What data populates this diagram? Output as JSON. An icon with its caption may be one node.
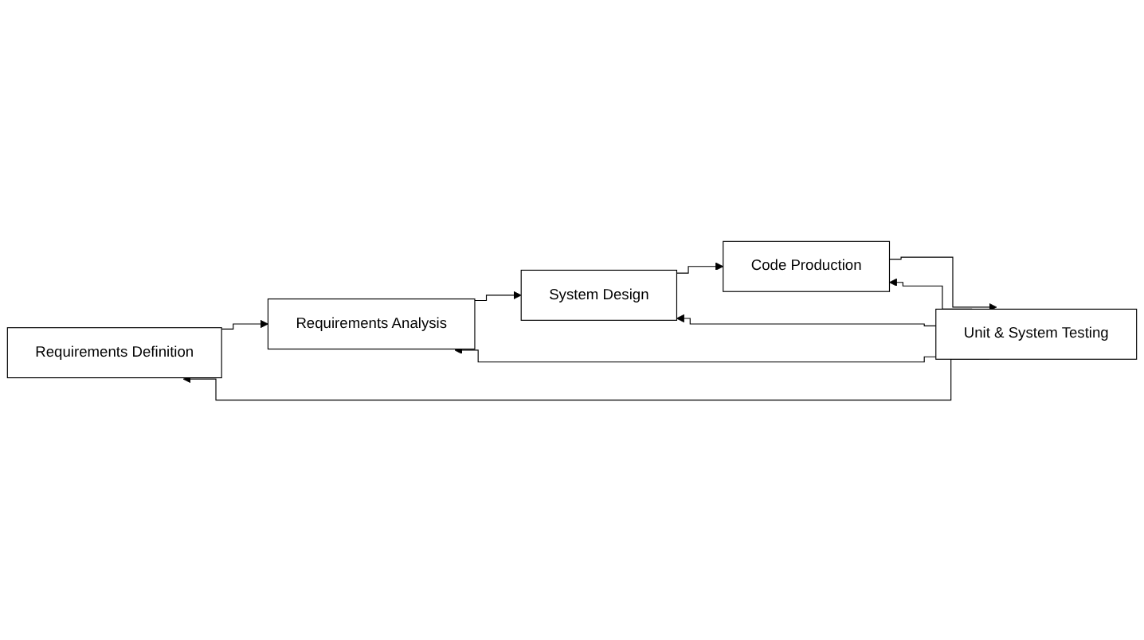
{
  "diagram": {
    "nodes": [
      {
        "text": [
          "Requirements Definition"
        ]
      },
      {
        "text": [
          "Requirements Analysis"
        ]
      },
      {
        "text": [
          "System Design"
        ]
      },
      {
        "text": [
          "Code Production"
        ]
      },
      {
        "text": [
          "Unit & System Testing"
        ]
      }
    ],
    "edges": [
      {
        "from": 0,
        "to": 1,
        "arrow": "to"
      },
      {
        "from": 1,
        "to": 2,
        "arrow": "to"
      },
      {
        "from": 2,
        "to": 3,
        "arrow": "to"
      },
      {
        "from": 3,
        "to": 4,
        "arrow": "to"
      },
      {
        "from": 4,
        "to": 3,
        "arrow": "to"
      },
      {
        "from": 4,
        "to": 2,
        "arrow": "to"
      },
      {
        "from": 4,
        "to": 1,
        "arrow": "to"
      },
      {
        "from": 4,
        "to": 0,
        "arrow": "to"
      }
    ]
  }
}
